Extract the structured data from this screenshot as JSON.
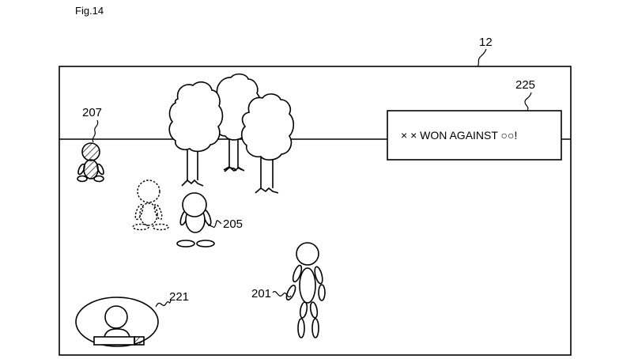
{
  "figure": {
    "label": "Fig.14"
  },
  "screen": {
    "ref": "12"
  },
  "message_box": {
    "ref": "225",
    "text": "× × WON AGAINST ○○!"
  },
  "characters": [
    {
      "ref": "207",
      "style": "hatched"
    },
    {
      "ref": "205",
      "style": "solid"
    },
    {
      "ref": "201",
      "style": "player"
    }
  ],
  "ghost_character": {
    "style": "dashed"
  },
  "inset": {
    "ref": "221"
  },
  "colors": {
    "line": "#000000",
    "background": "#ffffff",
    "hatch": "#000000"
  }
}
